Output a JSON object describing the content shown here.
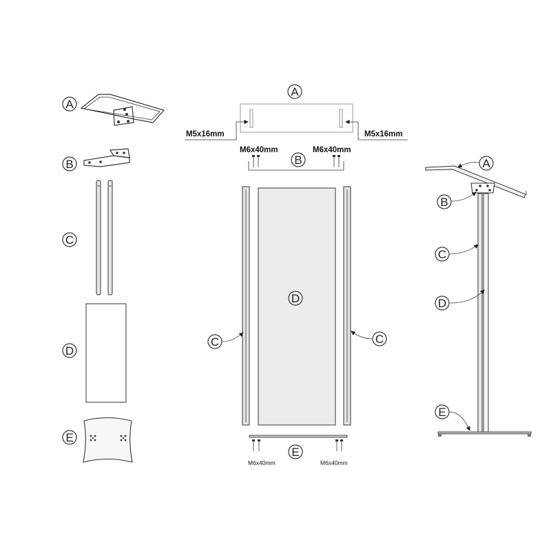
{
  "labels": {
    "a": "A",
    "b": "B",
    "c": "C",
    "d": "D",
    "e": "E"
  },
  "dimensions": {
    "top_screw_left": "M5x16mm",
    "top_screw_right": "M5x16mm",
    "bracket_screw_left": "M6x40mm",
    "bracket_screw_right": "M6x40mm",
    "base_screw_left": "M6x40mm",
    "base_screw_right": "M6x40mm"
  }
}
